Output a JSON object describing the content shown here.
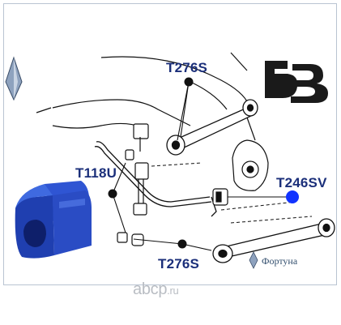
{
  "parts": {
    "upper_arm": "T276S",
    "stabilizer_link": "T118U",
    "bushing": "T246SV",
    "lower_arm": "T276S"
  },
  "brand": {
    "name": "Фортуна"
  },
  "watermark": {
    "name": "abcp",
    "tld": ".ru"
  },
  "colors": {
    "label": "#1b2f7a",
    "highlight_dot": "#1133ff",
    "bushing_blue": "#1f3fb0",
    "line_art": "#111111",
    "watermark_gray": "#b9bdc3"
  }
}
